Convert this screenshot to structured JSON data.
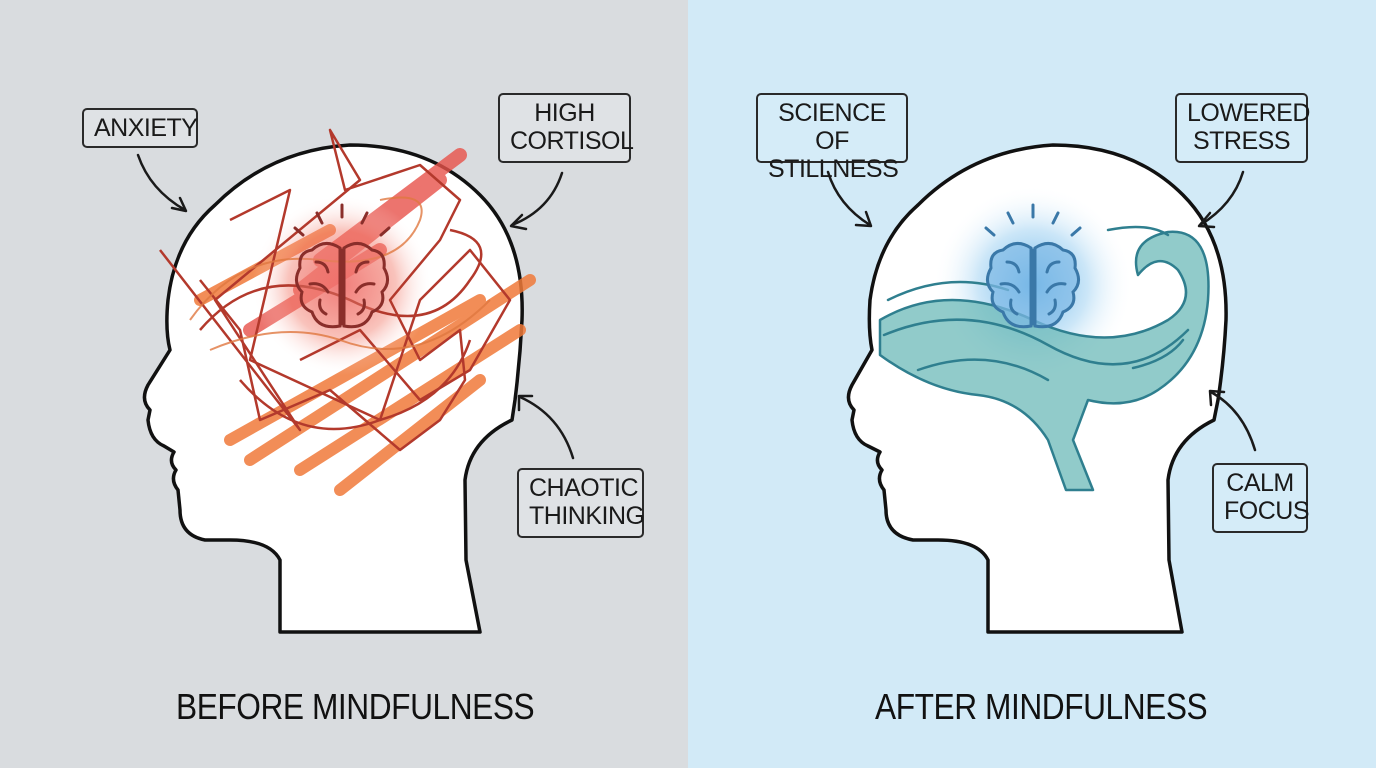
{
  "colors": {
    "before_bg": "#d9dcdf",
    "after_bg": "#d2eaf7",
    "outline": "#111111",
    "chaos_red": "#b3392c",
    "chaos_orange": "#f07a3a",
    "brain_red": "#8a2e2a",
    "wave_teal": "#5aacb0",
    "wave_stroke": "#2f7f8f",
    "brain_blue": "#3a78a8"
  },
  "before": {
    "caption": "BEFORE MINDFULNESS",
    "labels": {
      "anxiety": "ANXIETY",
      "high_cortisol": [
        "HIGH",
        "CORTISOL"
      ],
      "chaotic_thinking": [
        "CHAOTIC",
        "THINKING"
      ]
    },
    "icons": [
      "head-silhouette-icon",
      "brain-icon",
      "scribble-chaos-icon"
    ]
  },
  "after": {
    "caption": "AFTER MINDFULNESS",
    "labels": {
      "science_of_stillness": [
        "SCIENCE OF",
        "STILLNESS"
      ],
      "lowered_stress": [
        "LOWERED",
        "STRESS"
      ],
      "calm_focus": [
        "CALM",
        "FOCUS"
      ]
    },
    "icons": [
      "head-silhouette-icon",
      "brain-icon",
      "wave-icon"
    ]
  }
}
